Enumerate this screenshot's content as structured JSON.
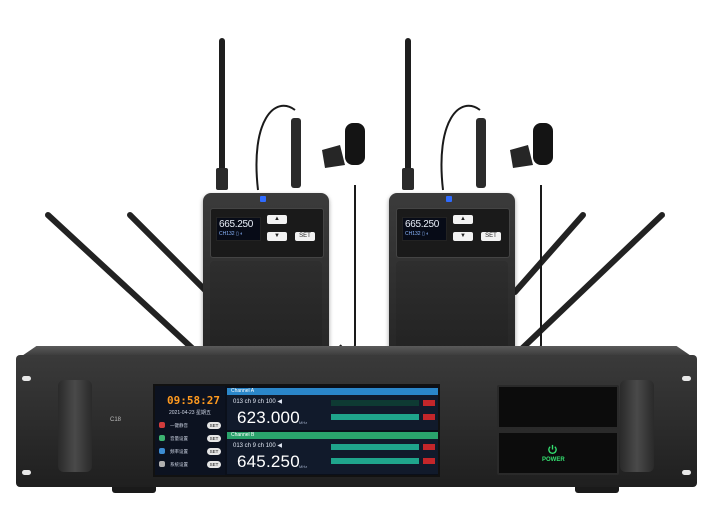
{
  "transmitters": [
    {
      "freq": "665.250",
      "sub": "CH132 ▯ ◐",
      "up_label": "▲",
      "down_label": "▼",
      "set_label": "SET"
    },
    {
      "freq": "665.250",
      "sub": "CH132 ▯ ◐",
      "up_label": "▲",
      "down_label": "▼",
      "set_label": "SET"
    }
  ],
  "receiver": {
    "logo": "C18",
    "clock": "09:58:27",
    "date": "2021-04-23   星期五",
    "menu": [
      {
        "label": "一键静音",
        "set": "SET",
        "icon_color": "#d23c3c",
        "icon": "mute-icon"
      },
      {
        "label": "音量设置",
        "set": "SET",
        "icon_color": "#3cb371",
        "icon": "volume-icon"
      },
      {
        "label": "频率设置",
        "set": "SET",
        "icon_color": "#3c8cd2",
        "icon": "frequency-icon"
      },
      {
        "label": "系统设置",
        "set": "SET",
        "icon_color": "#b0b0b0",
        "icon": "gear-icon"
      }
    ],
    "channels": [
      {
        "name": "Channel A",
        "sub": "013  ch   9  ch   100  ◀",
        "freq": "623.000",
        "unit": "MHz",
        "header_color": "#2a86c9"
      },
      {
        "name": "Channel B",
        "sub": "013  ch   9  ch   100  ◀",
        "freq": "645.250",
        "unit": "MHz",
        "header_color": "#2aa36b"
      }
    ],
    "power_label": "POWER",
    "accent_orange": "#ff9a1f",
    "power_green": "#34e070"
  }
}
